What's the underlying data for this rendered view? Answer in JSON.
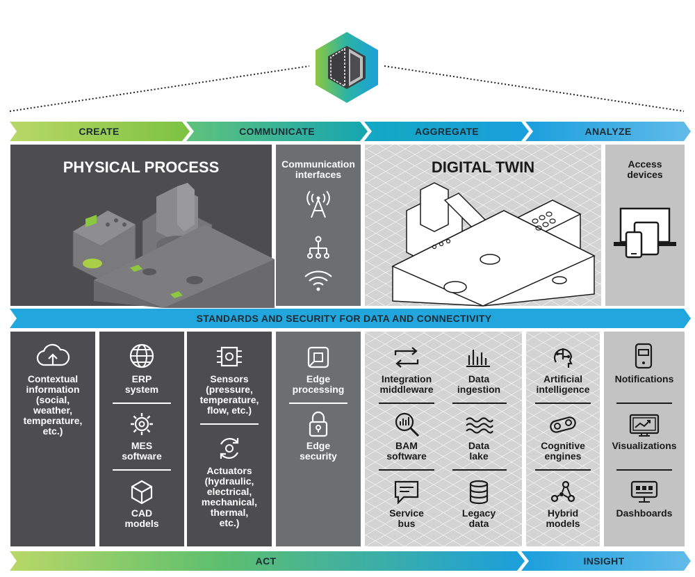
{
  "stages": [
    "CREATE",
    "COMMUNICATE",
    "AGGREGATE",
    "ANALYZE"
  ],
  "top": {
    "physical_process": "PHYSICAL PROCESS",
    "communication_interfaces": "Communication\ninterfaces",
    "digital_twin": "DIGITAL TWIN",
    "access_devices": "Access\ndevices"
  },
  "standards_banner": "STANDARDS AND SECURITY FOR DATA AND CONNECTIVITY",
  "bottom": {
    "contextual": "Contextual\ninformation\n(social,\nweather,\ntemperature,\netc.)",
    "erp": "ERP\nsystem",
    "mes": "MES\nsoftware",
    "cad": "CAD\nmodels",
    "sensors": "Sensors\n(pressure,\ntemperature,\nflow, etc.)",
    "actuators": "Actuators\n(hydraulic,\nelectrical,\nmechanical,\nthermal,\netc.)",
    "edge_processing": "Edge\nprocessing",
    "edge_security": "Edge\nsecurity",
    "integration": "Integration\nmiddleware",
    "data_ingestion": "Data\ningestion",
    "bam": "BAM\nsoftware",
    "data_lake": "Data\nlake",
    "service_bus": "Service\nbus",
    "legacy": "Legacy\ndata",
    "ai": "Artificial\nintelligence",
    "cognitive": "Cognitive\nengines",
    "hybrid": "Hybrid\nmodels",
    "notifications": "Notifications",
    "visualizations": "Visualizations",
    "dashboards": "Dashboards"
  },
  "footer": {
    "act": "ACT",
    "insight": "INSIGHT"
  },
  "icons": {
    "logo": "hexagon-logo-icon",
    "antenna": "antenna-icon",
    "network": "network-icon",
    "wifi": "wifi-icon",
    "devices": "devices-icon",
    "cloud": "cloud-upload-icon",
    "globe": "globe-icon",
    "gear": "gear-icon",
    "cube": "cube-icon",
    "chip": "chip-icon",
    "cycle": "cycle-icon",
    "edge": "edge-processing-icon",
    "lock": "lock-icon",
    "arrows": "swap-arrows-icon",
    "bars": "bars-icon",
    "search": "magnifier-chart-icon",
    "waves": "waves-icon",
    "message": "message-icon",
    "database": "database-icon",
    "brain": "brain-icon",
    "cog": "cognitive-icon",
    "nodes": "nodes-icon",
    "phone": "phone-icon",
    "monitor": "chart-monitor-icon",
    "dashboard": "dashboard-icon"
  },
  "colors": {
    "green": "#8dc63f",
    "teal": "#1aa9a3",
    "blue": "#1ba0d8",
    "light_blue": "#5bb8e8",
    "dark_panel": "#4d4d4f",
    "mid_panel": "#6d6e70"
  }
}
